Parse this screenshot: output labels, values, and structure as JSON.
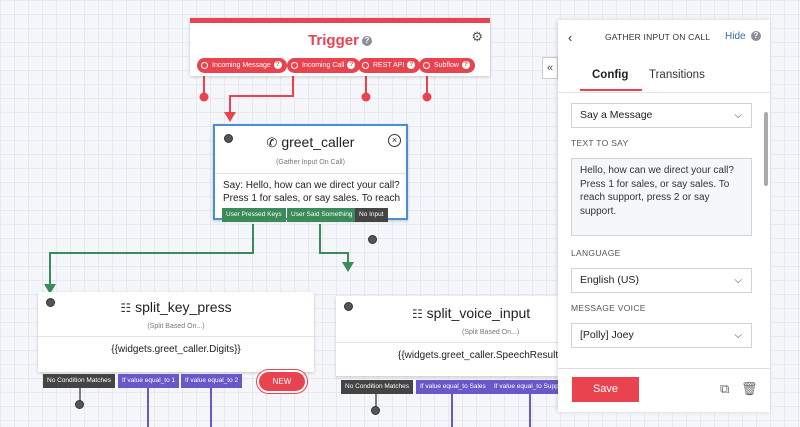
{
  "trigger": {
    "title": "Trigger",
    "help": "?",
    "settings_icon": "gears-icon",
    "ports": [
      "Incoming Message",
      "Incoming Call",
      "REST API",
      "Subflow"
    ]
  },
  "greet_caller": {
    "icon": "phone-icon",
    "title": "greet_caller",
    "subtitle": "(Gather Input On Call)",
    "body_line1": "Say: Hello, how can we direct your call?",
    "body_line2": "Press 1 for sales, or say sales. To reach",
    "close": "×",
    "transitions": [
      "User Pressed Keys",
      "User Said Something",
      "No Input"
    ]
  },
  "split_key_press": {
    "icon": "split-icon",
    "title": "split_key_press",
    "subtitle": "(Split Based On...)",
    "body": "{{widgets.greet_caller.Digits}}",
    "transitions": [
      "No Condition Matches",
      "If value equal_to 1",
      "If value equal_to 2"
    ],
    "new_label": "NEW"
  },
  "split_voice_input": {
    "icon": "split-icon",
    "title": "split_voice_input",
    "subtitle": "(Split Based On...)",
    "body": "{{widgets.greet_caller.SpeechResult}}",
    "transitions": [
      "No Condition Matches",
      "If value equal_to Sales",
      "If value equal_to Supp"
    ]
  },
  "panel": {
    "collapse": "«",
    "back": "‹",
    "title": "GATHER INPUT ON CALL",
    "hide": "Hide",
    "help": "?",
    "tabs": [
      "Config",
      "Transitions"
    ],
    "say_select": "Say a Message",
    "text_to_say_label": "TEXT TO SAY",
    "text_to_say": "Hello, how can we direct your call? Press 1 for sales, or say sales. To reach support, press 2 or say support.",
    "language_label": "LANGUAGE",
    "language": "English (US)",
    "voice_label": "MESSAGE VOICE",
    "voice": "[Polly] Joey",
    "save": "Save",
    "copy_icon": "copy-icon",
    "trash_icon": "trash-icon"
  },
  "colors": {
    "red": "#e8434f",
    "green_wire": "#3a8a5a",
    "purple_wire": "#6a58c9",
    "select_blue": "#4a8fd4"
  }
}
